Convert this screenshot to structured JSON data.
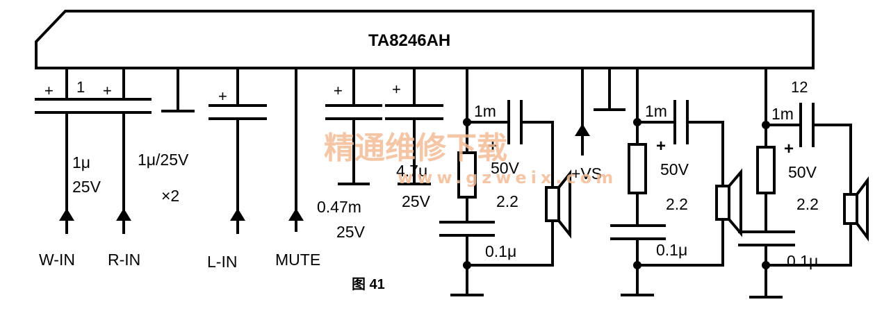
{
  "ic": {
    "label": "TA8246AH"
  },
  "pins": {
    "pin1": "1",
    "pin12": "12"
  },
  "inputs": {
    "w_in": "W-IN",
    "r_in": "R-IN",
    "l_in": "L-IN",
    "mute": "MUTE",
    "cap_1u": "1μ",
    "cap_25v": "25V",
    "cap_pair": "1μ/25V",
    "times_two": "×2"
  },
  "caps": {
    "c047": "0.47m",
    "c047_v": "25V",
    "c47": "4.7μ",
    "c47_v": "25V",
    "plus": "+"
  },
  "channels": [
    {
      "cap_top": "1m",
      "plus": "+",
      "volt": "50V",
      "res": "2.2",
      "cap_bot": "0.1μ"
    },
    {
      "cap_top": "1m",
      "plus": "+",
      "volt": "50V",
      "res": "2.2",
      "cap_bot": "0.1μ"
    },
    {
      "cap_top": "1m",
      "plus": "+",
      "volt": "50V",
      "res": "2.2",
      "cap_bot": "0.1μ"
    }
  ],
  "supply": {
    "label": "+VS"
  },
  "figure": {
    "caption": "图 41"
  },
  "watermark": {
    "cn": "精通维修下载",
    "url": "www.gzweix.com",
    "color": "#f3bd97"
  }
}
